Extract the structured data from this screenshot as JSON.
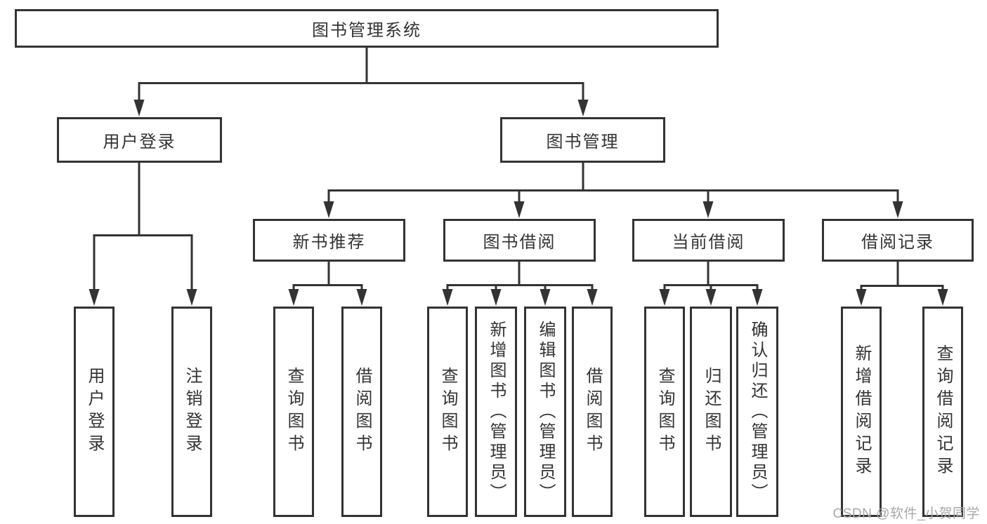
{
  "diagram": {
    "root": {
      "label": "图书管理系统"
    },
    "branches": [
      {
        "label": "用户登录",
        "children": [
          "用户登录",
          "注销登录"
        ]
      },
      {
        "label": "图书管理",
        "children": [
          {
            "label": "新书推荐",
            "children": [
              "查询图书",
              "借阅图书"
            ]
          },
          {
            "label": "图书借阅",
            "children": [
              "查询图书",
              "新增图书（管理员）",
              "编辑图书（管理员）",
              "借阅图书"
            ]
          },
          {
            "label": "当前借阅",
            "children": [
              "查询图书",
              "归还图书",
              "确认归还（管理员）"
            ]
          },
          {
            "label": "借阅记录",
            "children": [
              "新增借阅记录",
              "查询借阅记录"
            ]
          }
        ]
      }
    ]
  },
  "watermark": "CSDN @软件_小贺同学",
  "colors": {
    "line": "#333333",
    "text": "#333333",
    "background": "#ffffff",
    "watermark": "#a8a8a8"
  }
}
